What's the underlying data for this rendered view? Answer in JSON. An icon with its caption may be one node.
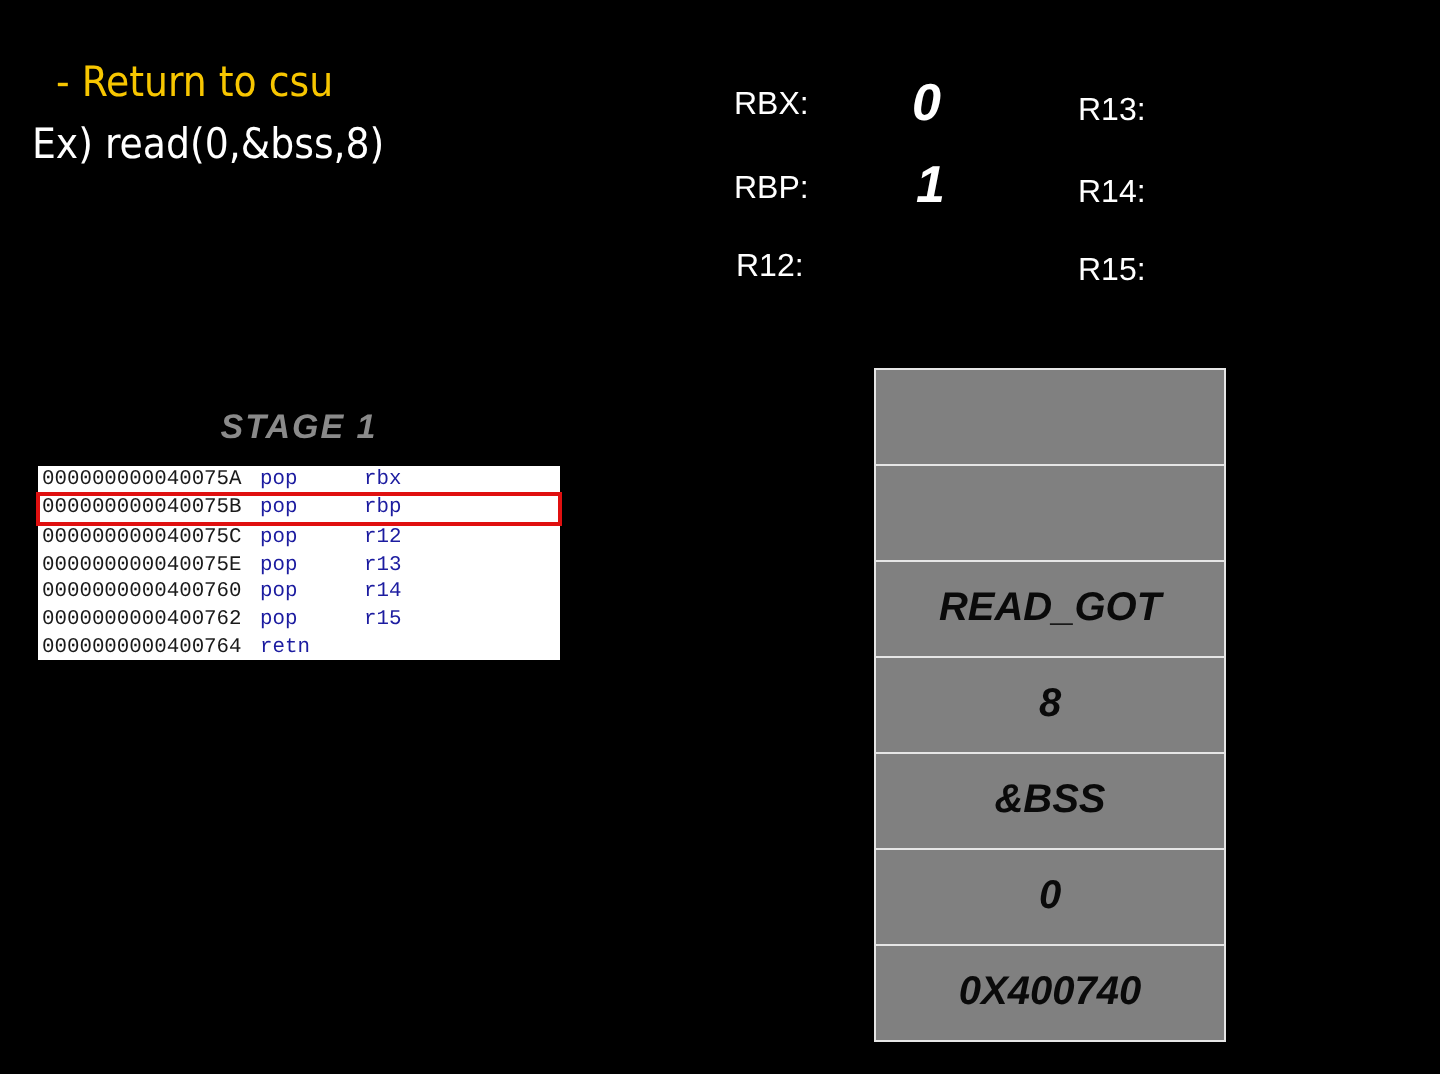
{
  "diagram": {
    "title": "- Return to csu",
    "nodes": [
      {
        "text": [
          "STAGE 1"
        ]
      },
      {
        "text": [
          "000000000040075B",
          "pop",
          "rbp"
        ],
        "in": 0
      },
      {
        "text": [],
        "shape": "box"
      },
      {
        "text": [],
        "shape": "box"
      },
      {
        "text": [
          "READ_GOT"
        ]
      },
      {
        "text": [
          "8"
        ]
      },
      {
        "text": [
          "&BSS"
        ]
      },
      {
        "text": [
          "0"
        ]
      },
      {
        "text": [
          "0X400740"
        ]
      }
    ],
    "labels": [
      "Ex) read(0,&bss,8)",
      "RBX:",
      "0",
      "R13:",
      "RBP:",
      "1",
      "R14:",
      "R12:",
      "R15:",
      "000000000040075A",
      "pop",
      "rbx",
      "000000000040075C",
      "pop",
      "r12",
      "000000000040075E",
      "pop",
      "r13",
      "0000000000400760",
      "pop",
      "r14",
      "0000000000400762",
      "pop",
      "r15",
      "0000000000400764",
      "retn"
    ]
  }
}
